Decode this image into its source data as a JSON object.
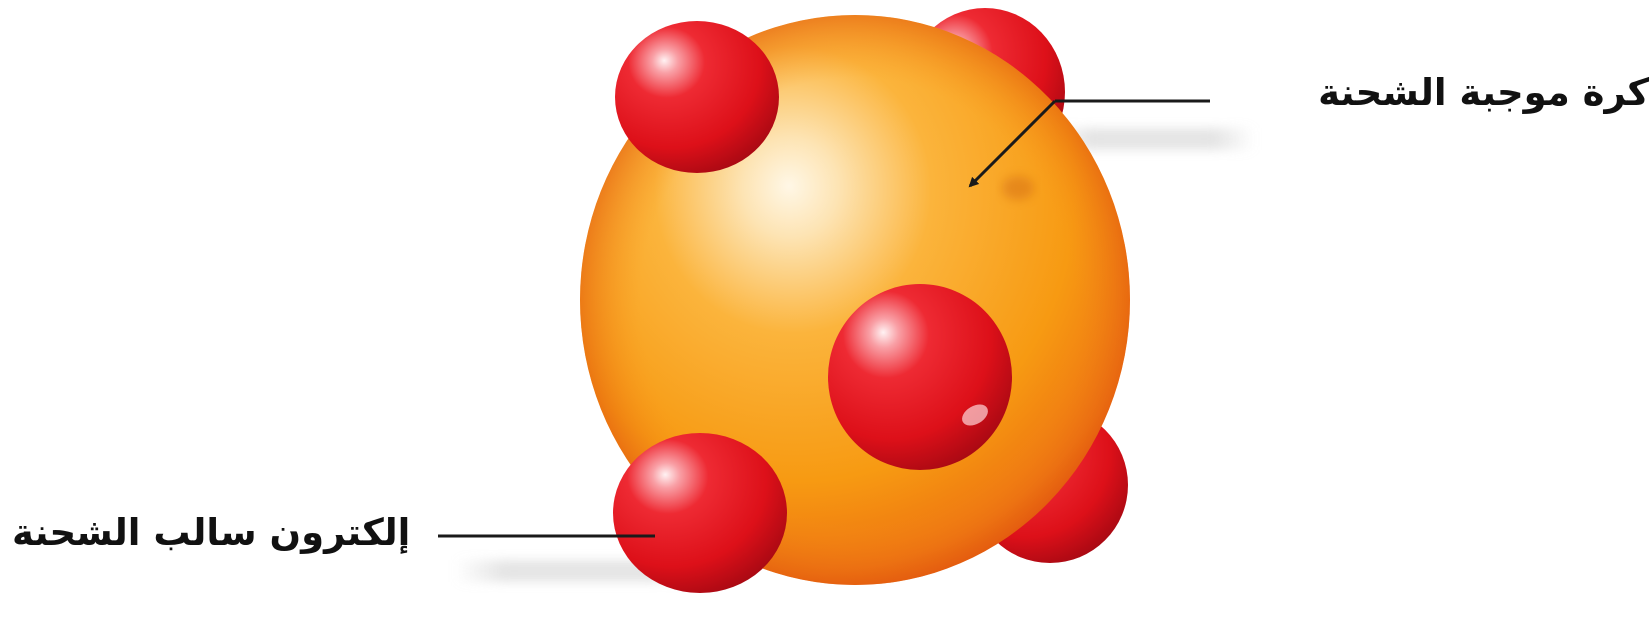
{
  "labels": {
    "positive_sphere": "كرة موجبة الشحنة",
    "electron": "إلكترون سالب الشحنة"
  },
  "colors": {
    "sphere_light": "#fff3dc",
    "sphere_mid": "#f8a214",
    "sphere_dark": "#e8650e",
    "electron_highlight": "#ffe4e7",
    "electron_mid": "#e8121e",
    "electron_dark": "#a50a12",
    "line": "#1a1a1a"
  },
  "icons": {
    "positive_sphere": "orange-sphere",
    "electron": "red-ball"
  }
}
